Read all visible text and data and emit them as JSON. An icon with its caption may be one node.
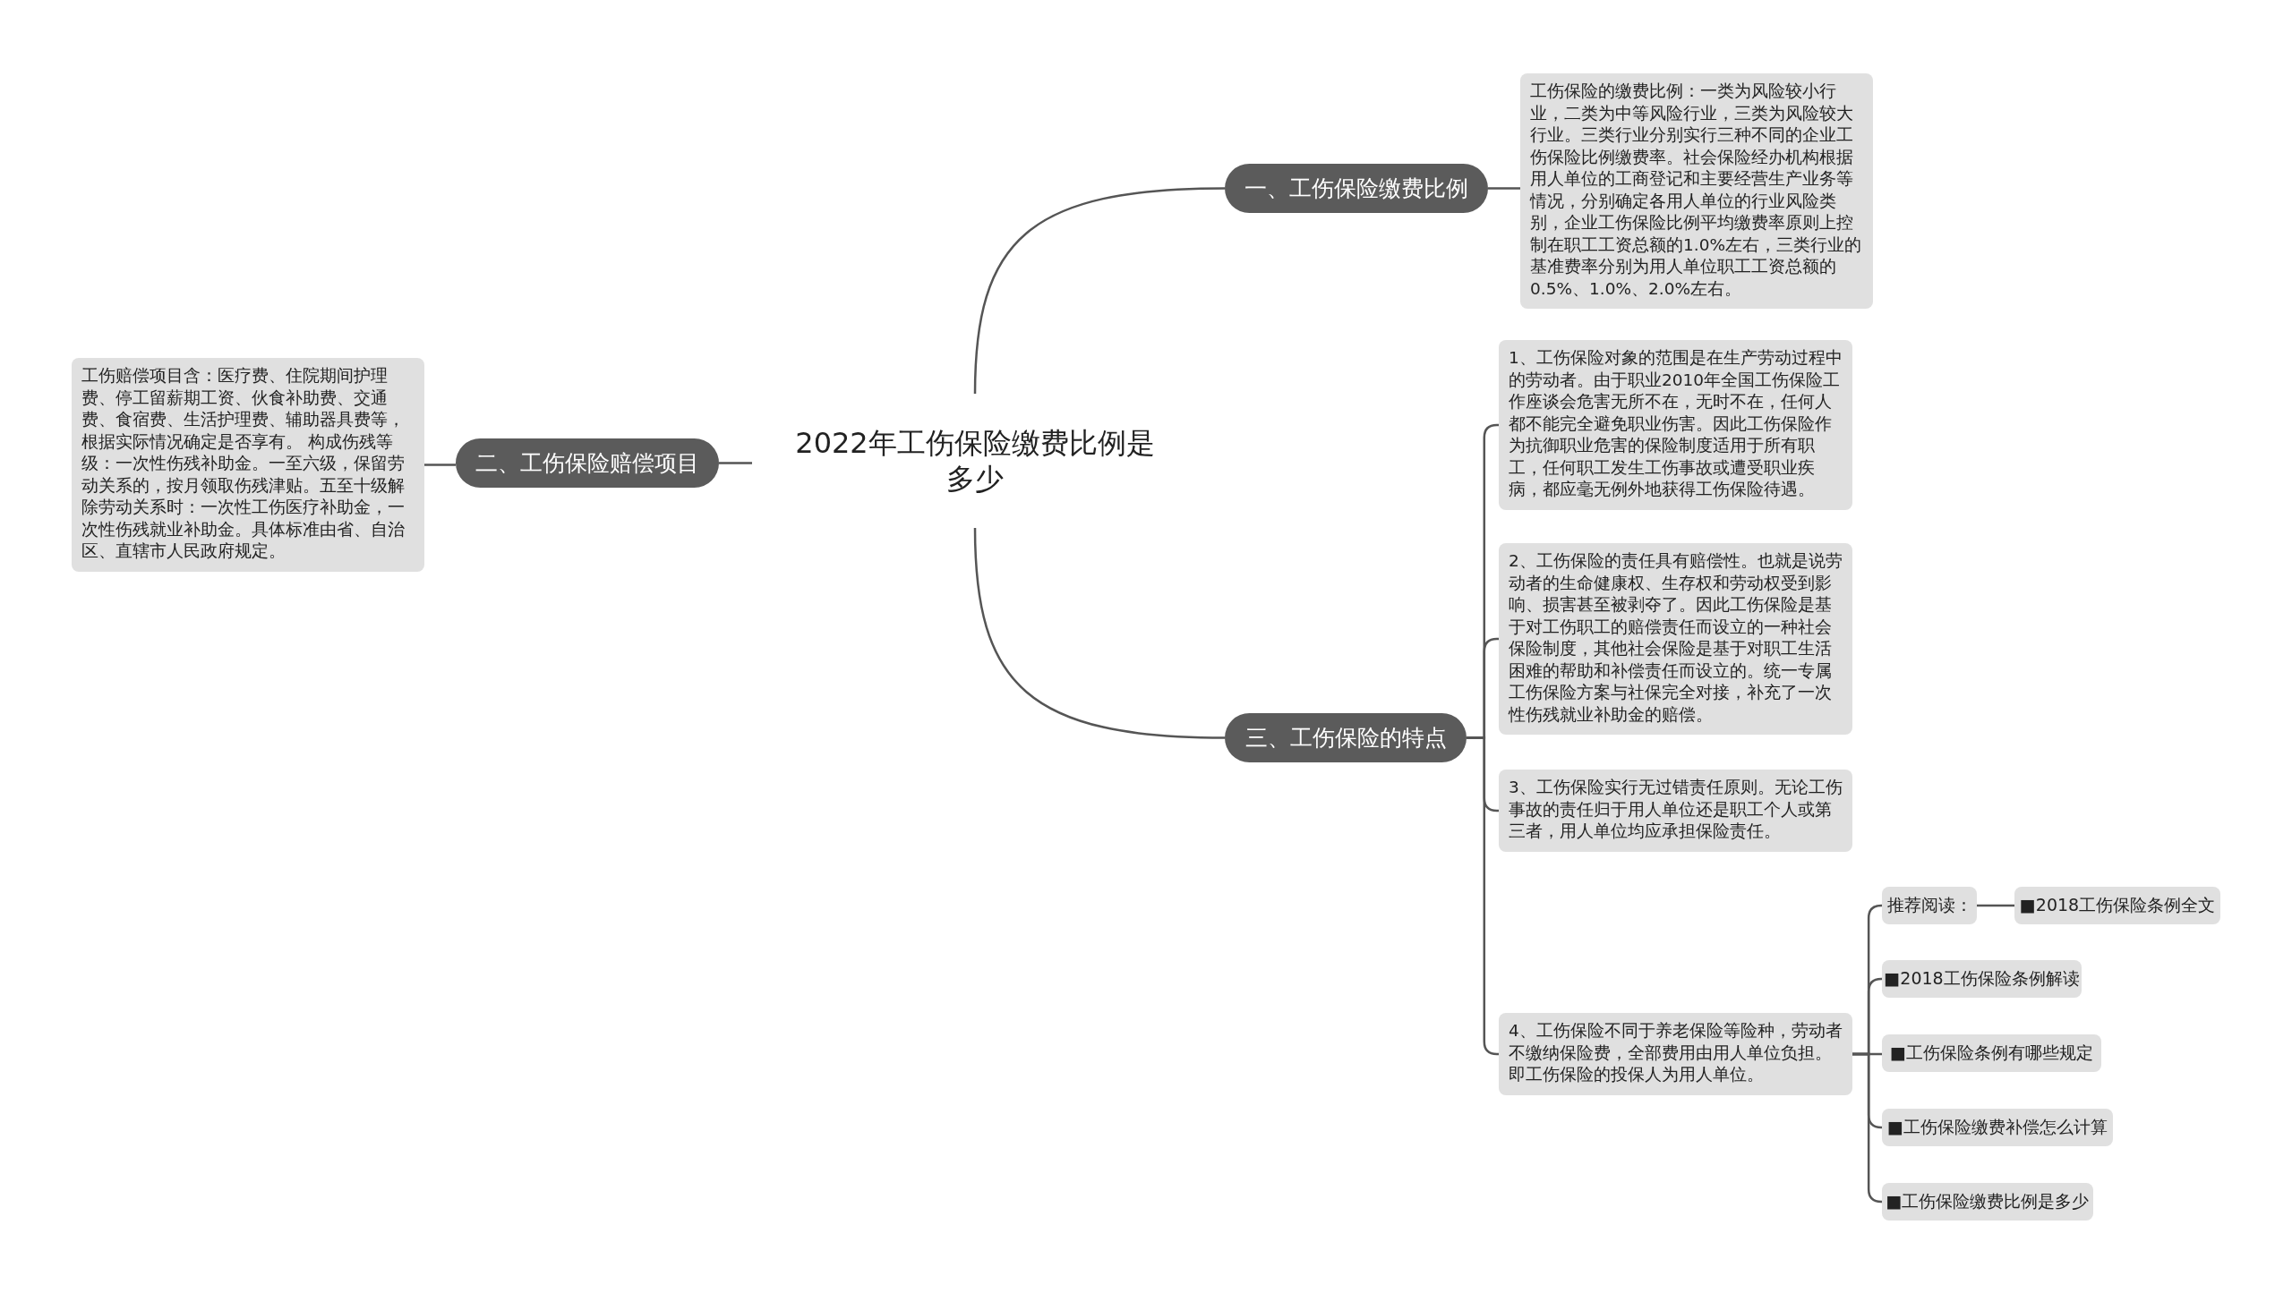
{
  "diagram": {
    "nodes": [
      {
        "text": [
          "2022年工伤保险缴费比例是多少"
        ]
      },
      {
        "text": [
          "一、工伤保险缴费比例"
        ]
      },
      {
        "text": [
          "工伤保险的缴费比例：一类为风险较小行业，二类为中等风险行业，三类为风险较大行业。三类行业分别实行三种不同的企业工伤保险比例缴费率。社会保险经办机构根据用人单位的工商登记和主要经营生产业务等情况，分别确定各用人单位的行业风险类别，企业工伤保险比例平均缴费率原则上控制在职工工资总额的1.0%左右，三类行业的基准费率分别为用人单位职工工资总额的0.5%、1.0%、2.0%左右。"
        ]
      },
      {
        "text": [
          "二、工伤保险赔偿项目"
        ]
      },
      {
        "text": [
          "工伤赔偿项目含：医疗费、住院期间护理费、停工留薪期工资、伙食补助费、交通费、食宿费、生活护理费、辅助器具费等，根据实际情况确定是否享有。 构成伤残等级：一次性伤残补助金。一至六级，保留劳动关系的，按月领取伤残津贴。五至十级解除劳动关系时：一次性工伤医疗补助金，一次性伤残就业补助金。具体标准由省、自治区、直辖市人民政府规定。"
        ]
      },
      {
        "text": [
          "三、工伤保险的特点"
        ]
      },
      {
        "text": [
          "1、工伤保险对象的范围是在生产劳动过程中的劳动者。由于职业2010年全国工伤保险工作座谈会危害无所不在，无时不在，任何人都不能完全避免职业伤害。因此工伤保险作为抗御职业危害的保险制度适用于所有职工，任何职工发生工伤事故或遭受职业疾病，都应毫无例外地获得工伤保险待遇。"
        ]
      },
      {
        "text": [
          "2、工伤保险的责任具有赔偿性。也就是说劳动者的生命健康权、生存权和劳动权受到影响、损害甚至被剥夺了。因此工伤保险是基于对工伤职工的赔偿责任而设立的一种社会保险制度，其他社会保险是基于对职工生活困难的帮助和补偿责任而设立的。统一专属工伤保险方案与社保完全对接，补充了一次性伤残就业补助金的赔偿。"
        ]
      },
      {
        "text": [
          "3、工伤保险实行无过错责任原则。无论工伤事故的责任归于用人单位还是职工个人或第三者，用人单位均应承担保险责任。"
        ]
      },
      {
        "text": [
          "4、工伤保险不同于养老保险等险种，劳动者不缴纳保险费，全部费用由用人单位负担。即工伤保险的投保人为用人单位。"
        ]
      },
      {
        "text": [
          "推荐阅读："
        ]
      },
      {
        "text": [
          "■2018工伤保险条例全文"
        ]
      },
      {
        "text": [
          "■2018工伤保险条例解读"
        ]
      },
      {
        "text": [
          "■工伤保险条例有哪些规定"
        ]
      },
      {
        "text": [
          "■工伤保险缴费补偿怎么计算"
        ]
      },
      {
        "text": [
          "■工伤保险缴费比例是多少"
        ]
      }
    ],
    "edges": [
      {
        "from": 0,
        "to": 1,
        "arrow": "none"
      },
      {
        "from": 1,
        "to": 2,
        "arrow": "none"
      },
      {
        "from": 0,
        "to": 3,
        "arrow": "none"
      },
      {
        "from": 3,
        "to": 4,
        "arrow": "none"
      },
      {
        "from": 0,
        "to": 5,
        "arrow": "none"
      },
      {
        "from": 5,
        "to": 6,
        "arrow": "none"
      },
      {
        "from": 5,
        "to": 7,
        "arrow": "none"
      },
      {
        "from": 5,
        "to": 8,
        "arrow": "none"
      },
      {
        "from": 5,
        "to": 9,
        "arrow": "none"
      },
      {
        "from": 9,
        "to": 10,
        "arrow": "none"
      },
      {
        "from": 10,
        "to": 11,
        "arrow": "none"
      },
      {
        "from": 9,
        "to": 12,
        "arrow": "none"
      },
      {
        "from": 9,
        "to": 13,
        "arrow": "none"
      },
      {
        "from": 9,
        "to": 14,
        "arrow": "none"
      },
      {
        "from": 9,
        "to": 15,
        "arrow": "none"
      }
    ]
  }
}
